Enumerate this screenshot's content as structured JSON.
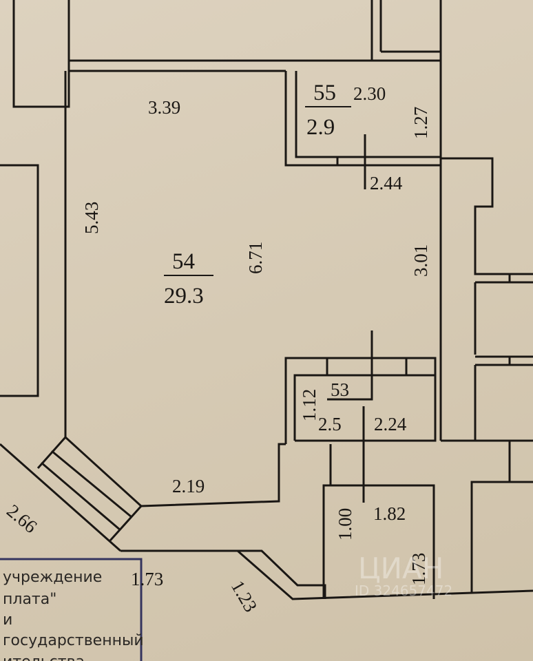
{
  "plan": {
    "rooms": [
      {
        "number": "54",
        "area": "29.3"
      },
      {
        "number": "55",
        "area": "2.9"
      },
      {
        "number": "53",
        "area": "2.5"
      }
    ],
    "dimensions": {
      "d339": "3.39",
      "d543": "5.43",
      "d671": "6.71",
      "d230": "2.30",
      "d127": "1.27",
      "d244": "2.44",
      "d301": "3.01",
      "d112": "1.12",
      "d224": "2.24",
      "d219": "2.19",
      "d266": "2.66",
      "d100": "1.00",
      "d182": "1.82",
      "d173a": "1.73",
      "d173b": "1.73",
      "d123": "1.23"
    }
  },
  "legend": {
    "lines": [
      "учреждение",
      "плата\"",
      "и",
      "государственный",
      "ительства"
    ]
  },
  "watermark": {
    "brand": "ЦИАН",
    "id": "ID 324657472"
  }
}
